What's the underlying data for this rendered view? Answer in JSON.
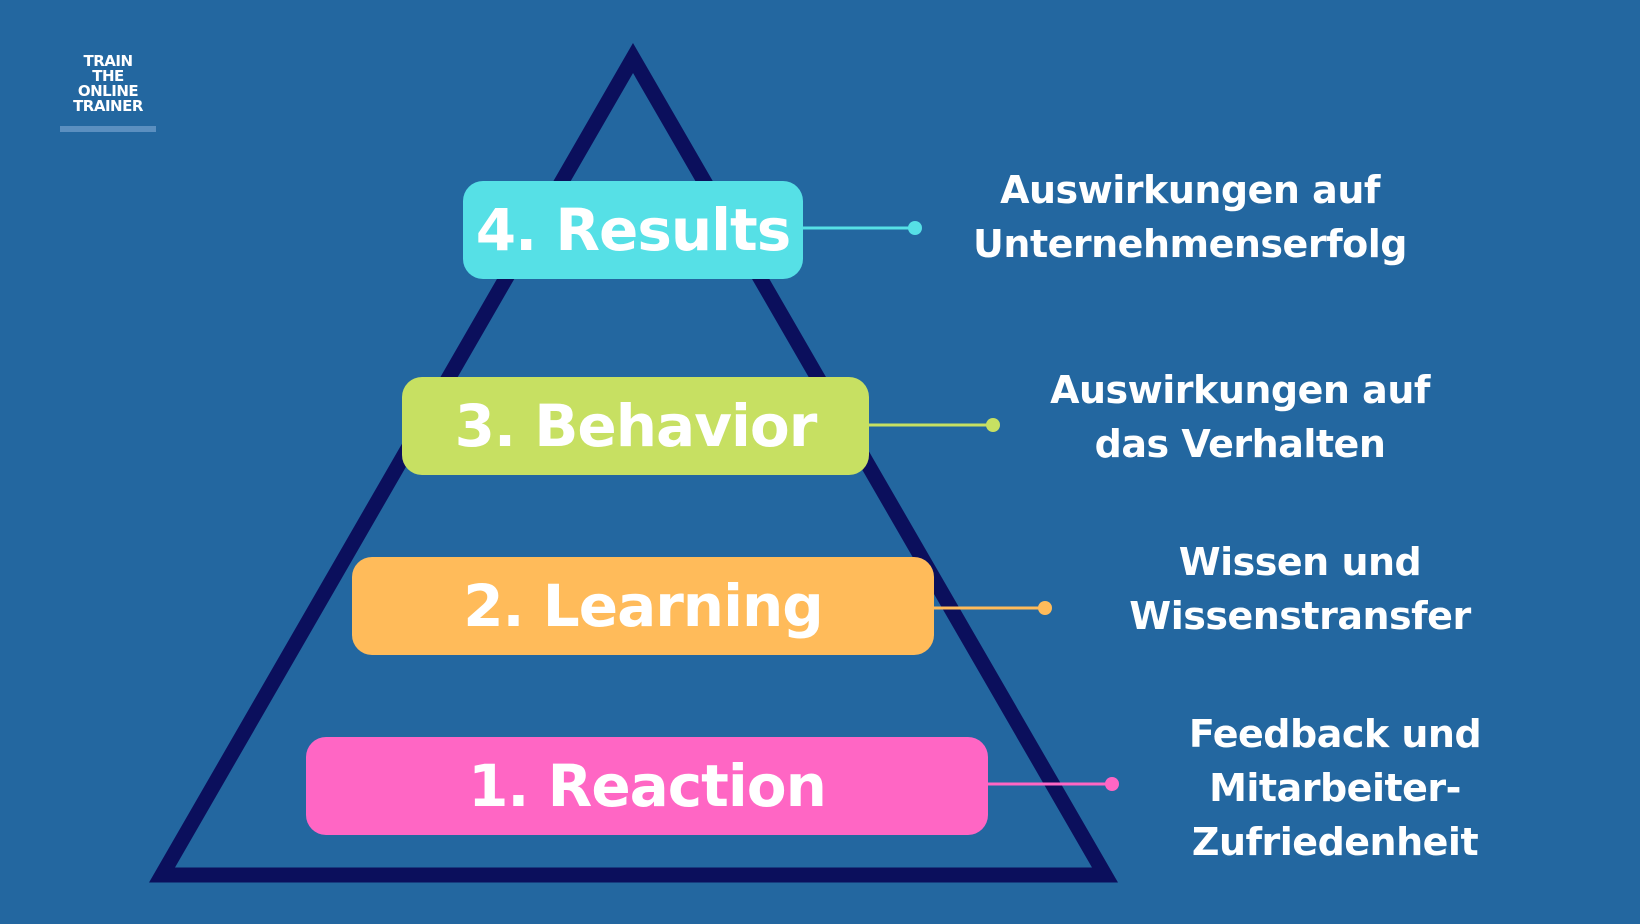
{
  "logo": {
    "lines": [
      "TRAIN",
      "THE",
      "ONLINE",
      "TRAINER"
    ]
  },
  "colors": {
    "background": "#2367a0",
    "pyramid_outline": "#0b0f5c",
    "results": "#56e0e6",
    "behavior": "#c7e062",
    "learning": "#ffbb5a",
    "reaction": "#ff66c4"
  },
  "levels": [
    {
      "label": "4. Results",
      "color": "#56e0e6",
      "description": [
        "Auswirkungen auf",
        "Unternehmenserfolg"
      ]
    },
    {
      "label": "3. Behavior",
      "color": "#c7e062",
      "description": [
        "Auswirkungen auf",
        "das Verhalten"
      ]
    },
    {
      "label": "2. Learning",
      "color": "#ffbb5a",
      "description": [
        "Wissen und",
        "Wissenstransfer"
      ]
    },
    {
      "label": "1. Reaction",
      "color": "#ff66c4",
      "description": [
        "Feedback und",
        "Mitarbeiter-",
        "Zufriedenheit"
      ]
    }
  ]
}
